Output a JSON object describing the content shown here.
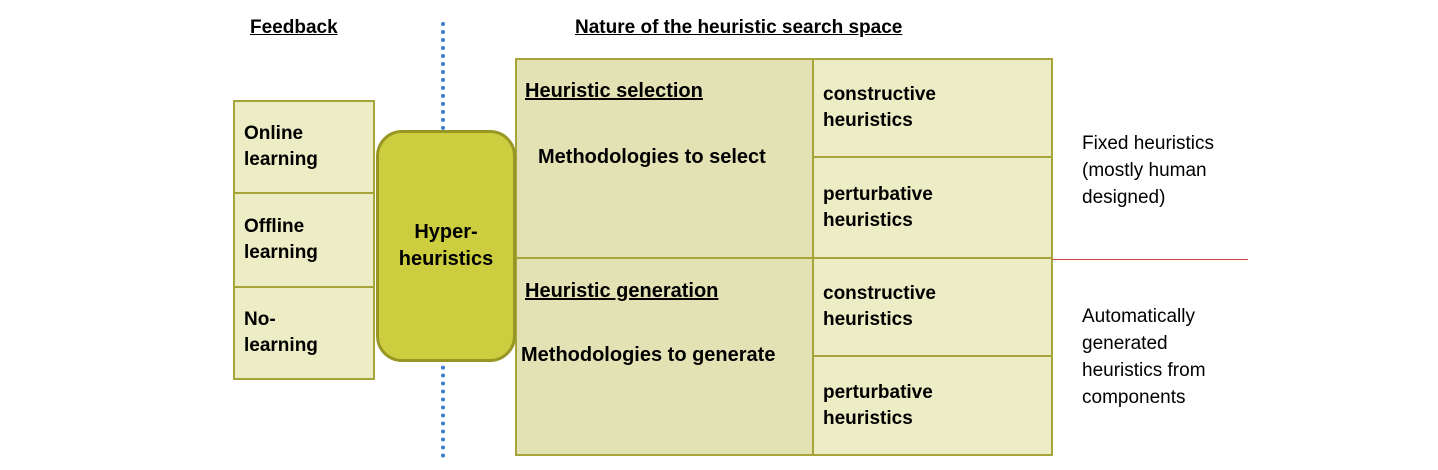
{
  "headers": {
    "feedback": "Feedback",
    "nature": "Nature of the heuristic search space"
  },
  "feedback_items": [
    {
      "line1": "Online",
      "line2": "learning"
    },
    {
      "line1": "Offline",
      "line2": "learning"
    },
    {
      "line1": "No-",
      "line2": "learning"
    }
  ],
  "center": {
    "line1": "Hyper-",
    "line2": "heuristics"
  },
  "categories": [
    {
      "title": "Heuristic selection",
      "description": "Methodologies to select"
    },
    {
      "title": "Heuristic generation",
      "description": "Methodologies to generate"
    }
  ],
  "subtypes": [
    {
      "line1": "constructive",
      "line2": "heuristics"
    },
    {
      "line1": "perturbative",
      "line2": "heuristics"
    },
    {
      "line1": "constructive",
      "line2": "heuristics"
    },
    {
      "line1": "perturbative",
      "line2": "heuristics"
    }
  ],
  "notes": {
    "fixed": [
      "Fixed heuristics",
      "(mostly human",
      "designed)"
    ],
    "auto": [
      "Automatically",
      "generated",
      "heuristics from",
      "components"
    ]
  },
  "colors": {
    "center_fill": "#cdcd40",
    "box_fill": "#ececc5",
    "category_fill": "#e2e2b5",
    "border": "#a7a43a",
    "separator": "#3a7fc8",
    "divider": "#d04040"
  }
}
